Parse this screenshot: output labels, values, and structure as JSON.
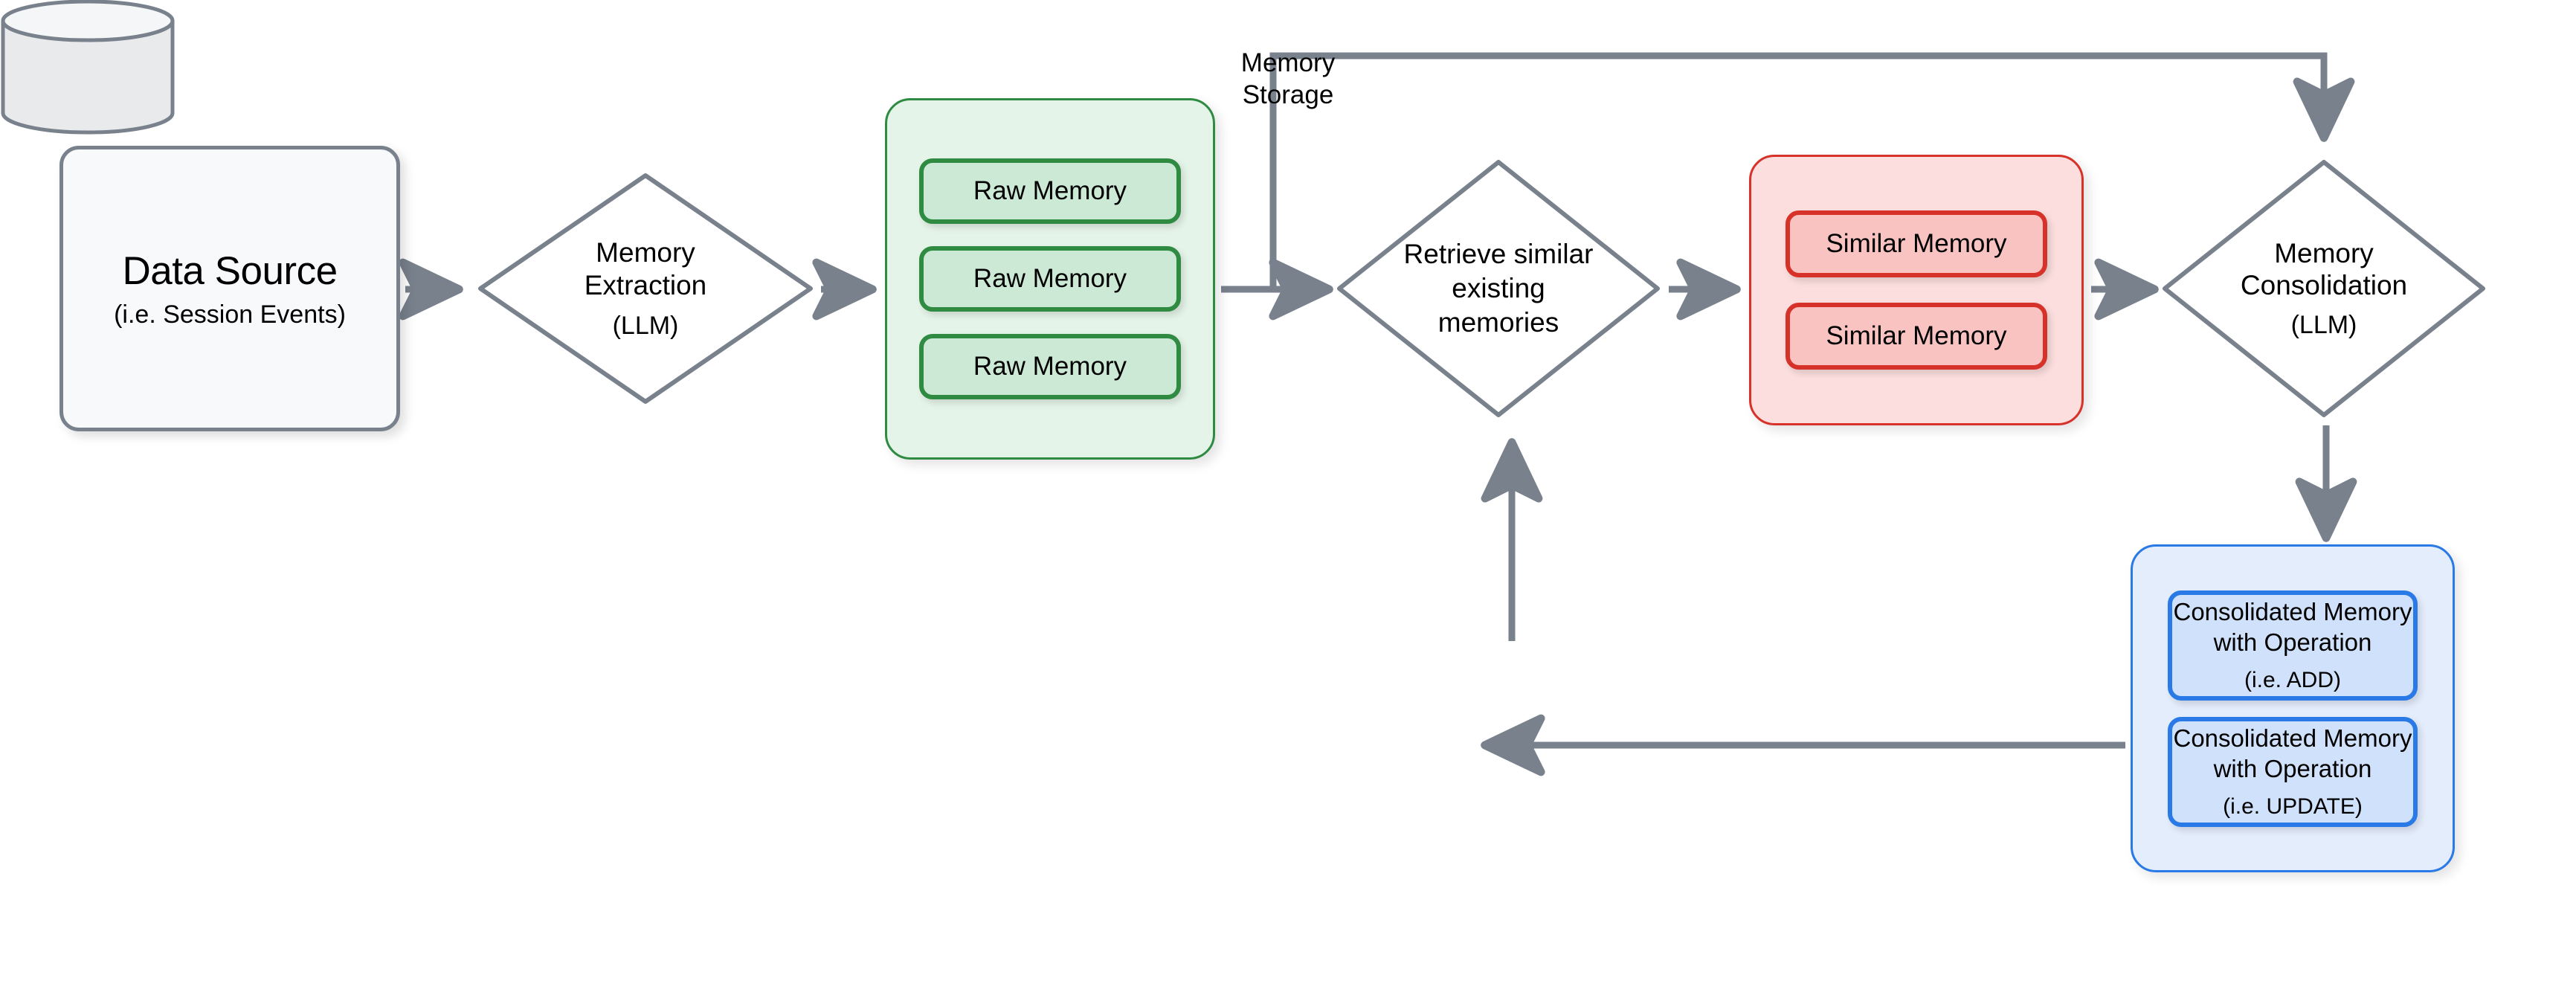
{
  "diagram": {
    "stroke_gray": "#78818c",
    "nodes": {
      "data_source": {
        "title": "Data Source",
        "subtitle": "(i.e. Session Events)"
      },
      "memory_extraction": {
        "title_line1": "Memory",
        "title_line2": "Extraction",
        "subtitle": "(LLM)"
      },
      "raw_memory_group": {
        "accent": "#2e8b41",
        "items": [
          {
            "label": "Raw Memory"
          },
          {
            "label": "Raw Memory"
          },
          {
            "label": "Raw Memory"
          }
        ]
      },
      "retrieve": {
        "line1": "Retrieve similar",
        "line2": "existing",
        "line3": "memories"
      },
      "similar_memory_group": {
        "accent": "#d6322a",
        "items": [
          {
            "label": "Similar Memory"
          },
          {
            "label": "Similar Memory"
          }
        ]
      },
      "memory_consolidation": {
        "title_line1": "Memory",
        "title_line2": "Consolidation",
        "subtitle": "(LLM)"
      },
      "consolidated_memory_group": {
        "accent": "#2979e6",
        "items": [
          {
            "line1": "Consolidated Memory",
            "line2": "with Operation",
            "operation": "(i.e. ADD)"
          },
          {
            "line1": "Consolidated Memory",
            "line2": "with Operation",
            "operation": "(i.e. UPDATE)"
          }
        ]
      },
      "memory_storage": {
        "line1": "Memory",
        "line2": "Storage"
      }
    },
    "edges": [
      {
        "name": "data-source-to-memory-extraction",
        "from": "data_source",
        "to": "memory_extraction",
        "direction": "right"
      },
      {
        "name": "memory-extraction-to-raw-memory",
        "from": "memory_extraction",
        "to": "raw_memory_group",
        "direction": "right"
      },
      {
        "name": "raw-memory-to-retrieve",
        "from": "raw_memory_group",
        "to": "retrieve",
        "direction": "right"
      },
      {
        "name": "raw-memory-to-memory-consolidation-feedback",
        "from": "raw_memory_group",
        "to": "memory_consolidation",
        "direction": "up-right-down"
      },
      {
        "name": "retrieve-to-similar-memory",
        "from": "retrieve",
        "to": "similar_memory_group",
        "direction": "right"
      },
      {
        "name": "similar-memory-to-memory-consolidation",
        "from": "similar_memory_group",
        "to": "memory_consolidation",
        "direction": "right"
      },
      {
        "name": "memory-consolidation-to-consolidated-memory",
        "from": "memory_consolidation",
        "to": "consolidated_memory_group",
        "direction": "down"
      },
      {
        "name": "consolidated-memory-to-memory-storage",
        "from": "consolidated_memory_group",
        "to": "memory_storage",
        "direction": "left"
      },
      {
        "name": "memory-storage-to-retrieve",
        "from": "memory_storage",
        "to": "retrieve",
        "direction": "up"
      }
    ]
  }
}
